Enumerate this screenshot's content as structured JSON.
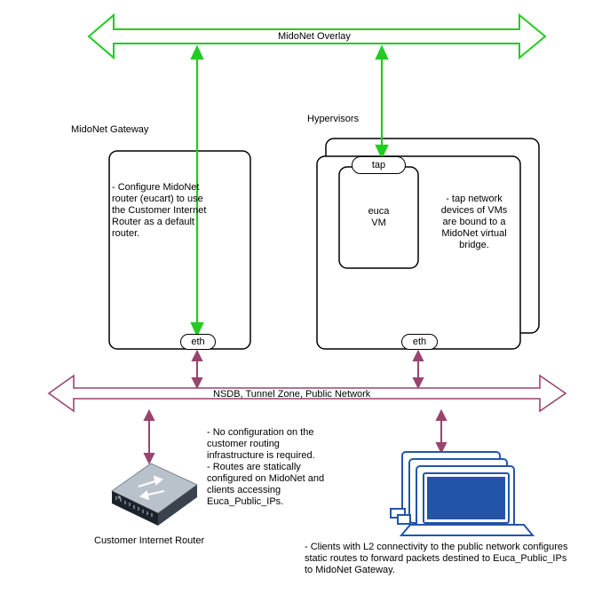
{
  "overlay": {
    "label": "MidoNet Overlay",
    "color": "#22cc22"
  },
  "network": {
    "label": "NSDB, Tunnel Zone, Public Network",
    "color": "#99446e"
  },
  "gateway": {
    "title": "MidoNet Gateway",
    "note": "- Configure MidoNet router (eucart) to use the Customer Internet Router as a default router.",
    "eth": "eth"
  },
  "hypervisors": {
    "title": "Hypervisors",
    "tap": "tap",
    "vm_label": "euca\nVM",
    "note": "- tap network devices of VMs are bound to a MidoNet virtual bridge.",
    "eth": "eth"
  },
  "router": {
    "label": "Customer Internet Router",
    "note": "- No configuration on the customer routing infrastructure is required.\n- Routes are statically configured on MidoNet and clients accessing Euca_Public_IPs."
  },
  "clients": {
    "note": "- Clients with L2 connectivity to the public network configures static routes to forward packets destined to Euca_Public_IPs to MidoNet Gateway.",
    "color": "#2255aa"
  }
}
